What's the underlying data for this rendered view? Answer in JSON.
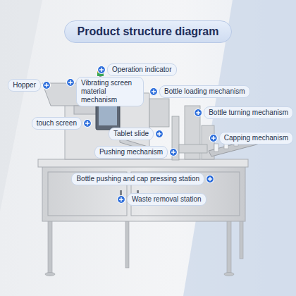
{
  "diagram": {
    "title": "Product structure diagram",
    "labels": [
      "Operation indicator",
      "Hopper",
      "Vibrating screen material mechanism",
      "Bottle loading mechanism",
      "Bottle turning mechanism",
      "touch screen",
      "Tablet slide",
      "Capping mechanism",
      "Pushing mechanism",
      "Bottle pushing and cap pressing station",
      "Waste removal station"
    ]
  }
}
